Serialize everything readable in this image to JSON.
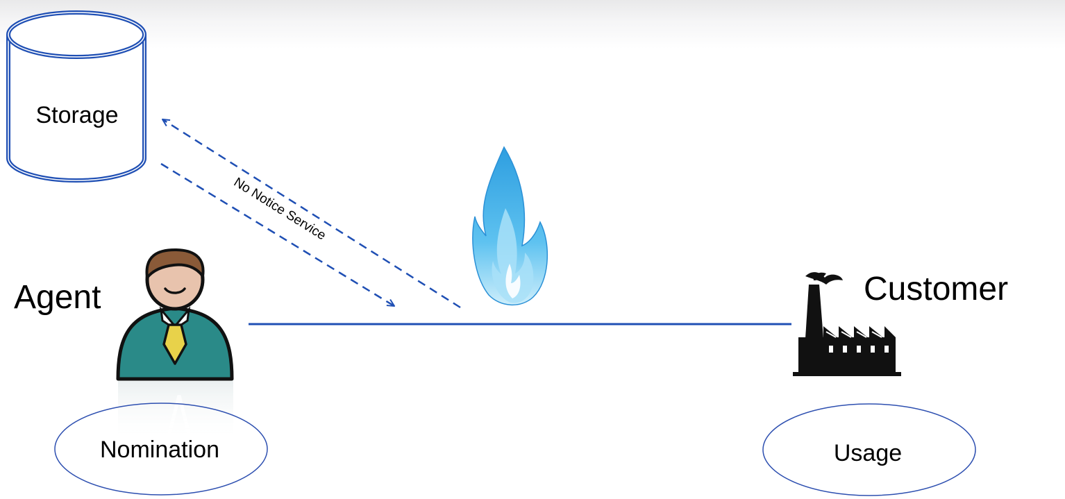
{
  "diagram": {
    "storage": {
      "label": "Storage"
    },
    "agent": {
      "label": "Agent"
    },
    "customer": {
      "label": "Customer"
    },
    "nomination": {
      "label": "Nomination"
    },
    "usage": {
      "label": "Usage"
    },
    "no_notice_service": {
      "label": "No Notice Service"
    }
  },
  "colors": {
    "line_blue": "#1f4fb4",
    "storage_outline": "#1f4fb4",
    "ellipse_outline": "#2d4fb0",
    "flame_blue": "#4fb2ea",
    "agent_suit": "#2a8a88",
    "agent_tie": "#e8d24a",
    "agent_skin": "#e8c3ad",
    "agent_hair": "#8a5a38"
  },
  "icons": {
    "storage": "cylinder-icon",
    "agent": "person-icon",
    "customer": "factory-icon",
    "gas": "flame-icon"
  }
}
